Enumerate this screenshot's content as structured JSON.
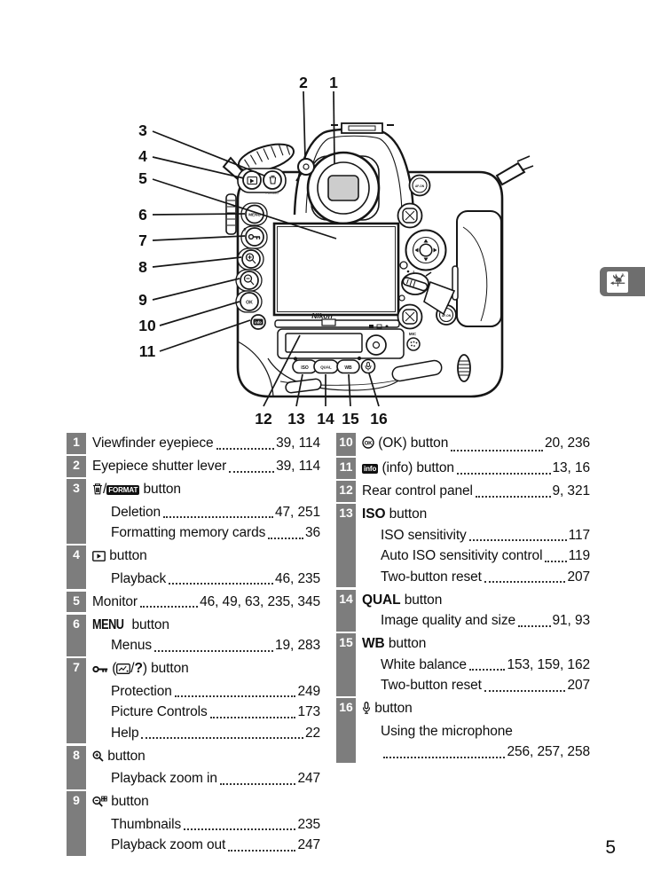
{
  "page": {
    "number": "5",
    "chapter_tab_icon": "rooster-weathervane-icon"
  },
  "camera": {
    "callouts": [
      "1",
      "2",
      "3",
      "4",
      "5",
      "6",
      "7",
      "8",
      "9",
      "10",
      "11",
      "12",
      "13",
      "14",
      "15",
      "16"
    ],
    "labels": {
      "brand": "Nikon",
      "menu": "MENU",
      "ok": "OK",
      "iso": "ISO",
      "qual": "QUAL",
      "wb": "WB",
      "af_on": "AF-ON",
      "mic": "MIC",
      "lock": "L",
      "help": "?",
      "info": "info",
      "format": "FORMAT"
    }
  },
  "index": {
    "left": [
      {
        "num": "1",
        "title": [
          {
            "t": "text",
            "v": "Viewfinder eyepiece"
          }
        ],
        "pages": "39, 114",
        "subs": []
      },
      {
        "num": "2",
        "title": [
          {
            "t": "text",
            "v": "Eyepiece shutter lever"
          }
        ],
        "pages": "39, 114",
        "subs": []
      },
      {
        "num": "3",
        "title": [
          {
            "t": "icon",
            "v": "trash-icon"
          },
          {
            "t": "text",
            "v": "/"
          },
          {
            "t": "badge",
            "v": "FORMAT"
          },
          {
            "t": "text",
            "v": " button"
          }
        ],
        "pages": null,
        "subs": [
          {
            "label": "Deletion",
            "pages": "47, 251"
          },
          {
            "label": "Formatting memory cards",
            "pages": "36"
          }
        ]
      },
      {
        "num": "4",
        "title": [
          {
            "t": "icon",
            "v": "play-button-icon"
          },
          {
            "t": "text",
            "v": " button"
          }
        ],
        "pages": null,
        "subs": [
          {
            "label": "Playback",
            "pages": "46, 235"
          }
        ]
      },
      {
        "num": "5",
        "title": [
          {
            "t": "text",
            "v": "Monitor"
          }
        ],
        "pages": "46, 49, 63, 235, 345",
        "subs": []
      },
      {
        "num": "6",
        "title": [
          {
            "t": "menu",
            "v": "MENU"
          },
          {
            "t": "text",
            "v": " button"
          }
        ],
        "pages": null,
        "subs": [
          {
            "label": "Menus",
            "pages": "19, 283"
          }
        ]
      },
      {
        "num": "7",
        "title": [
          {
            "t": "icon",
            "v": "key-icon"
          },
          {
            "t": "text",
            "v": " ("
          },
          {
            "t": "icon",
            "v": "picture-control-icon"
          },
          {
            "t": "text",
            "v": "/"
          },
          {
            "t": "bold",
            "v": "?"
          },
          {
            "t": "text",
            "v": ") button"
          }
        ],
        "pages": null,
        "subs": [
          {
            "label": "Protection",
            "pages": "249"
          },
          {
            "label": "Picture Controls",
            "pages": "173"
          },
          {
            "label": "Help",
            "pages": "22"
          }
        ]
      },
      {
        "num": "8",
        "title": [
          {
            "t": "icon",
            "v": "zoom-in-icon"
          },
          {
            "t": "text",
            "v": " button"
          }
        ],
        "pages": null,
        "subs": [
          {
            "label": "Playback zoom in",
            "pages": "247"
          }
        ]
      },
      {
        "num": "9",
        "title": [
          {
            "t": "icon",
            "v": "zoom-out-thumbnails-icon"
          },
          {
            "t": "text",
            "v": " button"
          }
        ],
        "pages": null,
        "subs": [
          {
            "label": "Thumbnails",
            "pages": "235"
          },
          {
            "label": "Playback zoom out",
            "pages": "247"
          }
        ]
      }
    ],
    "right": [
      {
        "num": "10",
        "title": [
          {
            "t": "icon",
            "v": "ok-circle-icon"
          },
          {
            "t": "text",
            "v": " (OK) button"
          }
        ],
        "pages": "20, 236",
        "subs": []
      },
      {
        "num": "11",
        "title": [
          {
            "t": "badge",
            "v": "info"
          },
          {
            "t": "text",
            "v": " (info) button"
          }
        ],
        "pages": "13, 16",
        "subs": []
      },
      {
        "num": "12",
        "title": [
          {
            "t": "text",
            "v": "Rear control panel"
          }
        ],
        "pages": "9, 321",
        "subs": []
      },
      {
        "num": "13",
        "title": [
          {
            "t": "bold",
            "v": "ISO"
          },
          {
            "t": "text",
            "v": " button"
          }
        ],
        "pages": null,
        "subs": [
          {
            "label": "ISO sensitivity",
            "pages": "117"
          },
          {
            "label": "Auto ISO sensitivity control",
            "pages": "119"
          },
          {
            "label": "Two-button reset",
            "pages": "207"
          }
        ]
      },
      {
        "num": "14",
        "title": [
          {
            "t": "bold",
            "v": "QUAL"
          },
          {
            "t": "text",
            "v": " button"
          }
        ],
        "pages": null,
        "subs": [
          {
            "label": "Image quality and size",
            "pages": "91, 93"
          }
        ]
      },
      {
        "num": "15",
        "title": [
          {
            "t": "bold",
            "v": "WB"
          },
          {
            "t": "text",
            "v": " button"
          }
        ],
        "pages": null,
        "subs": [
          {
            "label": "White balance",
            "pages": "153, 159, 162"
          },
          {
            "label": "Two-button reset",
            "pages": "207"
          }
        ]
      },
      {
        "num": "16",
        "title": [
          {
            "t": "icon",
            "v": "microphone-icon"
          },
          {
            "t": "text",
            "v": " button"
          }
        ],
        "pages": null,
        "subs": [
          {
            "label": "Using the microphone",
            "pages": null
          },
          {
            "label": "",
            "pages": "256, 257, 258"
          }
        ]
      }
    ]
  }
}
